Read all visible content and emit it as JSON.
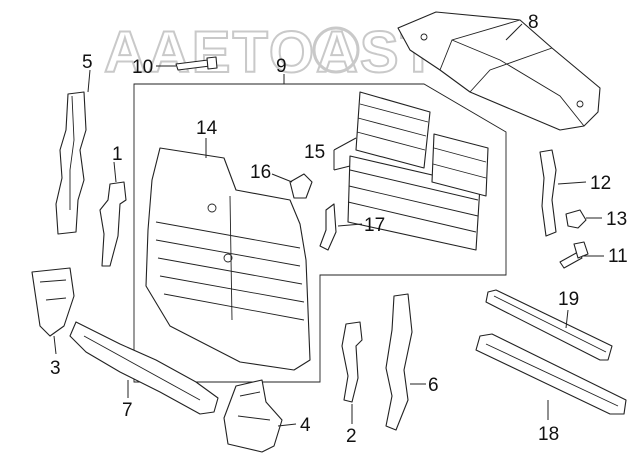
{
  "watermark": {
    "text": "AAETOASTO"
  },
  "callouts": [
    "1",
    "2",
    "3",
    "4",
    "5",
    "6",
    "7",
    "8",
    "9",
    "10",
    "11",
    "12",
    "13",
    "14",
    "15",
    "16",
    "17",
    "18",
    "19"
  ]
}
